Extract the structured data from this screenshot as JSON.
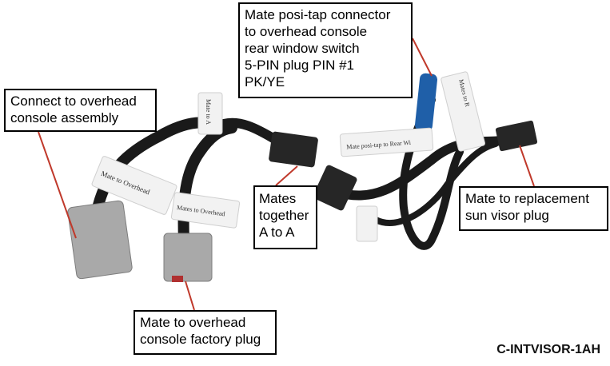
{
  "callouts": {
    "overhead_console": "Connect to overhead\nconsole assembly",
    "posi_tap": "Mate posi-tap connector\nto overhead console\nrear window switch\n5-PIN plug PIN #1\nPK/YE",
    "mates_together": "Mates\ntogether\nA to A",
    "sun_visor": "Mate to replacement\nsun visor plug",
    "factory_plug": "Mate to overhead\nconsole factory plug"
  },
  "tag_labels": {
    "tag_a": "Mate to A",
    "tag_overhead": "Mate to Overhead",
    "tag_overhead_2": "Mates to Overhead",
    "tag_posi_tap": "Mate posi-tap to Rear Wi",
    "tag_mates_to": "Mates to R"
  },
  "part_number": "C-INTVISOR-1AH",
  "colors": {
    "leader_line": "#c0392b",
    "cable": "#1a1a1a",
    "connector_gray": "#a9a9a9",
    "posi_tap_blue": "#1f5fa8"
  }
}
